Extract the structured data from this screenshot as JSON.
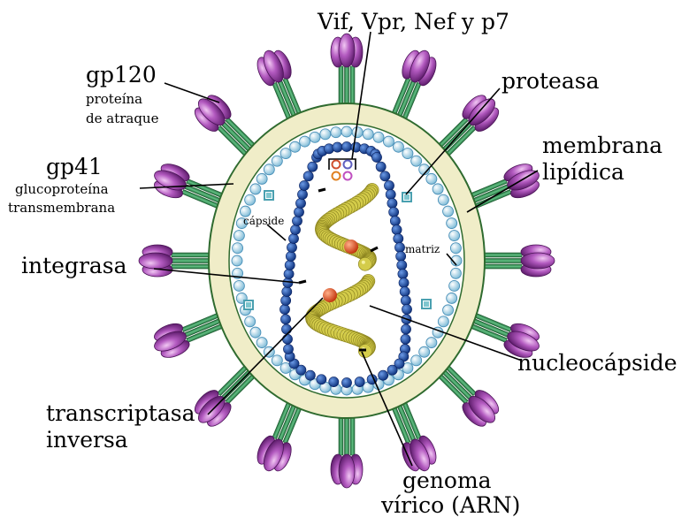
{
  "labels": {
    "vif": "Vif, Vpr, Nef y p7",
    "gp120": "gp120",
    "gp120_sub1": "proteína",
    "gp120_sub2": "de atraque",
    "proteasa": "proteasa",
    "membrana1": "membrana",
    "membrana2": "lipídica",
    "gp41": "gp41",
    "gp41_sub1": "glucoproteína",
    "gp41_sub2": "transmembrana",
    "capside": "cápside",
    "matriz": "matriz",
    "integrasa": "integrasa",
    "nucleocapside": "nucleocápside",
    "transcriptasa1": "transcriptasa",
    "transcriptasa2": "inversa",
    "genoma1": "genoma",
    "genoma2": "vírico (ARN)"
  },
  "colors": {
    "envelope_outer": "#2f6b2f",
    "envelope_fill": "#f0edc8",
    "matrix_bead": "#a9d9ee",
    "capsid_bead": "#1d4fa8",
    "gp120": "#a040a8",
    "gp41": "#3f9a5c",
    "rna": "#c9c13a",
    "enzyme": "#e0501a",
    "protein_box": "#7fc6cf"
  },
  "icons": [
    "gp120-spike-icon",
    "gp41-stalk-icon",
    "matrix-bead-icon",
    "capsid-bead-icon",
    "enzyme-dot-icon"
  ]
}
